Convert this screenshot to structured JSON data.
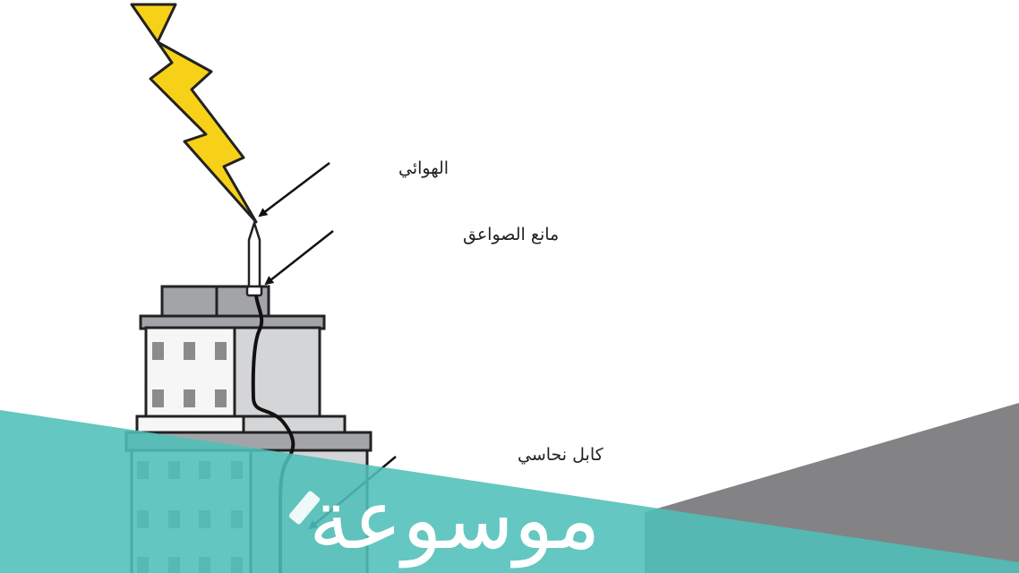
{
  "labels": {
    "antenna": "الهوائي",
    "lightning_rod": "مانع الصواعق",
    "copper_cable": "كابل نحاسي"
  },
  "watermark": {
    "logo_text": "موسوعة"
  },
  "colors": {
    "lightning": "#f7d117",
    "building_light": "#d4d5d7",
    "building_dark": "#a3a4a7",
    "window": "#8a8b8e",
    "teal_overlay": "#4fbfb8",
    "gray_triangle": "#838385"
  }
}
